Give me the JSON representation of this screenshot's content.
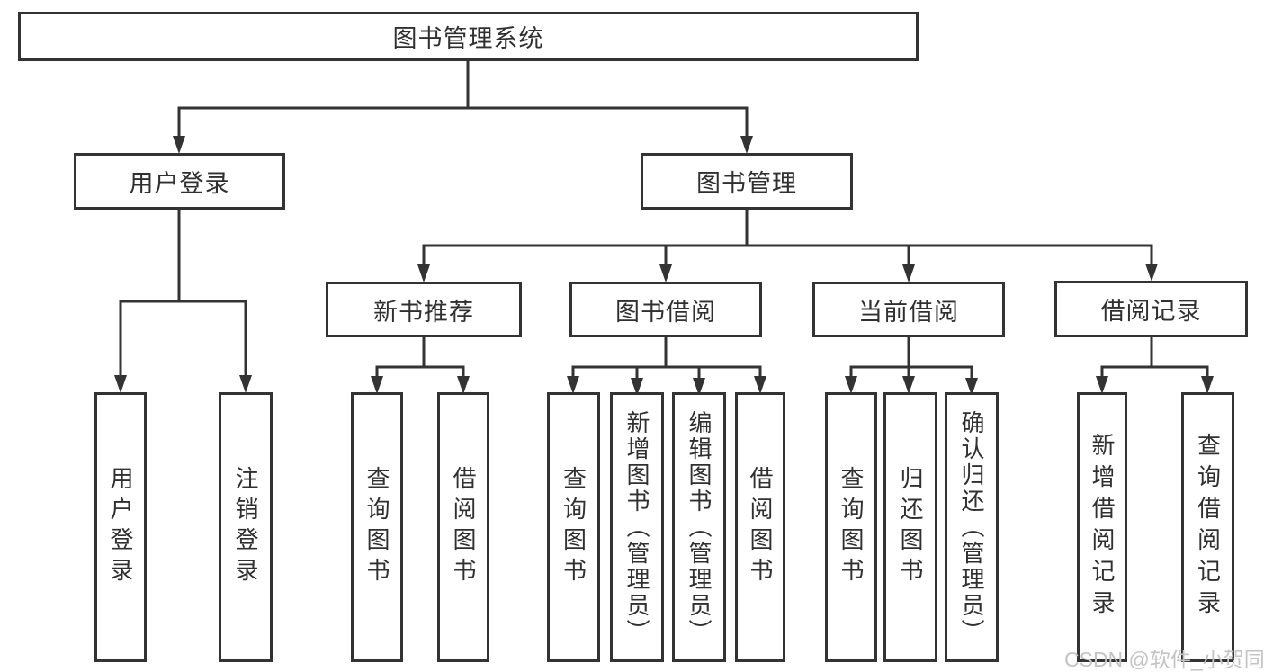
{
  "tree": {
    "root": {
      "label": "图书管理系统"
    },
    "branches": [
      {
        "label": "用户登录",
        "children": [
          {
            "label": "用户登录"
          },
          {
            "label": "注销登录"
          }
        ]
      },
      {
        "label": "图书管理",
        "children": [
          {
            "label": "新书推荐",
            "children": [
              {
                "label": "查询图书"
              },
              {
                "label": "借阅图书"
              }
            ]
          },
          {
            "label": "图书借阅",
            "children": [
              {
                "label": "查询图书"
              },
              {
                "label": "新增图书（管理员）"
              },
              {
                "label": "编辑图书（管理员）"
              },
              {
                "label": "借阅图书"
              }
            ]
          },
          {
            "label": "当前借阅",
            "children": [
              {
                "label": "查询图书"
              },
              {
                "label": "归还图书"
              },
              {
                "label": "确认归还（管理员）"
              }
            ]
          },
          {
            "label": "借阅记录",
            "children": [
              {
                "label": "新增借阅记录"
              },
              {
                "label": "查询借阅记录"
              }
            ]
          }
        ]
      }
    ]
  },
  "watermark": {
    "text": "CSDN @软件_小贺同学"
  },
  "colors": {
    "line": "#333333",
    "text": "#303030",
    "watermark": "#c3c3c3",
    "background": "#ffffff"
  }
}
